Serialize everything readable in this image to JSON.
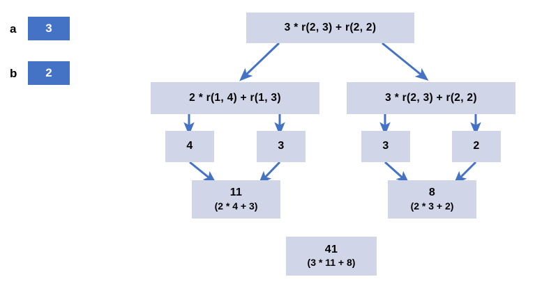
{
  "variables": [
    {
      "name": "a",
      "value": "3"
    },
    {
      "name": "b",
      "value": "2"
    }
  ],
  "colors": {
    "variable_box_fill": "#4472C4",
    "variable_box_text": "#FFFFFF",
    "node_fill": "#D0D5E8",
    "node_text": "#000000",
    "arrow": "#4472C4",
    "background": "#FFFFFF"
  },
  "tree": {
    "root": {
      "main": "3 * r(2, 3) + r(2, 2)",
      "sub": ""
    },
    "level2": [
      {
        "main": "2 * r(1, 4) + r(1, 3)",
        "sub": ""
      },
      {
        "main": "3 * r(2, 3) + r(2, 2)",
        "sub": ""
      }
    ],
    "leaves": [
      {
        "main": "4",
        "sub": ""
      },
      {
        "main": "3",
        "sub": ""
      },
      {
        "main": "3",
        "sub": ""
      },
      {
        "main": "2",
        "sub": ""
      }
    ],
    "results": [
      {
        "main": "11",
        "sub": "(2 * 4 + 3)"
      },
      {
        "main": "8",
        "sub": "(2 * 3 + 2)"
      }
    ],
    "final": {
      "main": "41",
      "sub": "(3 * 11 + 8)"
    }
  }
}
